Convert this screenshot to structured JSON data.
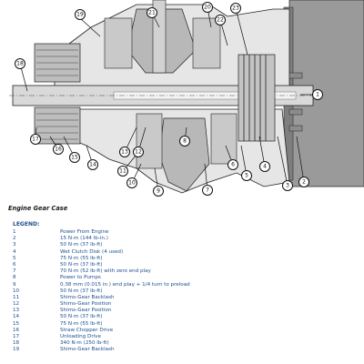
{
  "caption": "Engine Gear Case",
  "legend": {
    "title": "LEGEND:",
    "items": [
      {
        "num": "1",
        "desc": "Power From Engine"
      },
      {
        "num": "2",
        "desc": "15 N·m (144 lb-in.)"
      },
      {
        "num": "3",
        "desc": "50 N·m (37 lb-ft)"
      },
      {
        "num": "4",
        "desc": "Wet Clutch Disk (4 used)"
      },
      {
        "num": "5",
        "desc": "75 N·m (55 lb-ft)"
      },
      {
        "num": "6",
        "desc": "50 N·m (37 lb-ft)"
      },
      {
        "num": "7",
        "desc": "70 N·m (52 lb-ft) with zero end play"
      },
      {
        "num": "8",
        "desc": "Power to Pumps"
      },
      {
        "num": "9",
        "desc": "0.38 mm (0.015 in.) end play + 1/4 turn to preload"
      },
      {
        "num": "10",
        "desc": "50 N·m (37 lb-ft)"
      },
      {
        "num": "11",
        "desc": "Shims-Gear Backlash"
      },
      {
        "num": "12",
        "desc": "Shims-Gear Position"
      },
      {
        "num": "13",
        "desc": "Shims-Gear Position"
      },
      {
        "num": "14",
        "desc": "50 N·m (37 lb-ft)"
      },
      {
        "num": "15",
        "desc": "75 N·m (55 lb-ft)"
      },
      {
        "num": "16",
        "desc": "Straw Chopper Drive"
      },
      {
        "num": "17",
        "desc": "Unloading Drive"
      },
      {
        "num": "18",
        "desc": "340 N·m (250 lb-ft)"
      },
      {
        "num": "19",
        "desc": "Shims-Gear Backlash"
      }
    ]
  },
  "callouts": [
    "1",
    "2",
    "3",
    "4",
    "5",
    "6",
    "7",
    "8",
    "9",
    "10",
    "11",
    "12",
    "13",
    "14",
    "15",
    "16",
    "17",
    "18",
    "19",
    "20",
    "21",
    "22",
    "23"
  ]
}
